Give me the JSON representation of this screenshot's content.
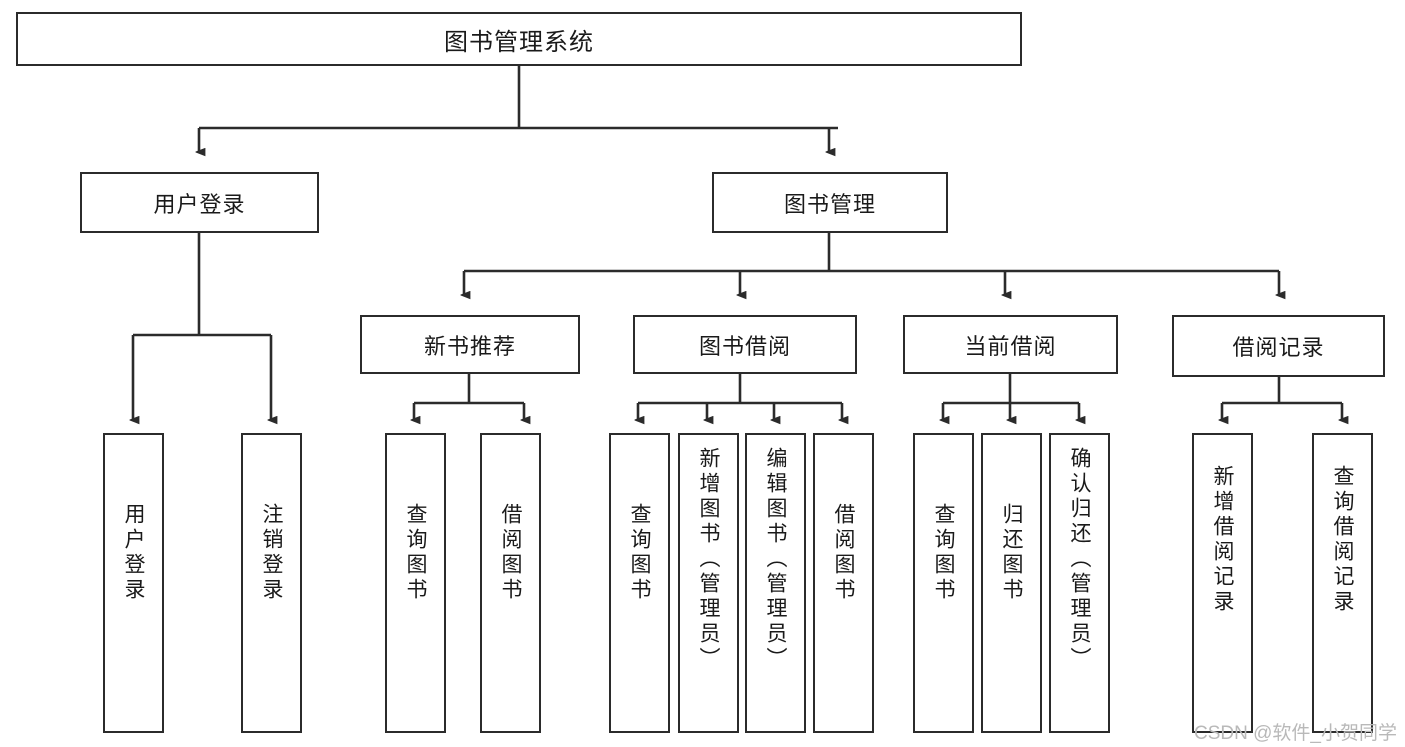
{
  "diagram": {
    "type": "tree",
    "title": "图书管理系统",
    "watermark": "CSDN @软件_小贺同学",
    "nodes": {
      "root": "图书管理系统",
      "level2": {
        "user_login": "用户登录",
        "book_manage": "图书管理"
      },
      "level3": {
        "new_book_rec": "新书推荐",
        "book_borrow": "图书借阅",
        "current_borrow": "当前借阅",
        "borrow_record": "借阅记录"
      },
      "leaves": {
        "user_login_1": "用户登录",
        "user_login_2": "注销登录",
        "new_book_rec_1": "查询图书",
        "new_book_rec_2": "借阅图书",
        "book_borrow_1": "查询图书",
        "book_borrow_2": "新增图书（管理员）",
        "book_borrow_3": "编辑图书（管理员）",
        "book_borrow_4": "借阅图书",
        "current_borrow_1": "查询图书",
        "current_borrow_2": "归还图书",
        "current_borrow_3": "确认归还（管理员）",
        "borrow_record_1": "新增借阅记录",
        "borrow_record_2": "查询借阅记录"
      }
    },
    "colors": {
      "stroke": "#2b2b2b",
      "fill": "#ffffff",
      "text": "#1a1a1a",
      "watermark": "#b9b9b9"
    }
  }
}
